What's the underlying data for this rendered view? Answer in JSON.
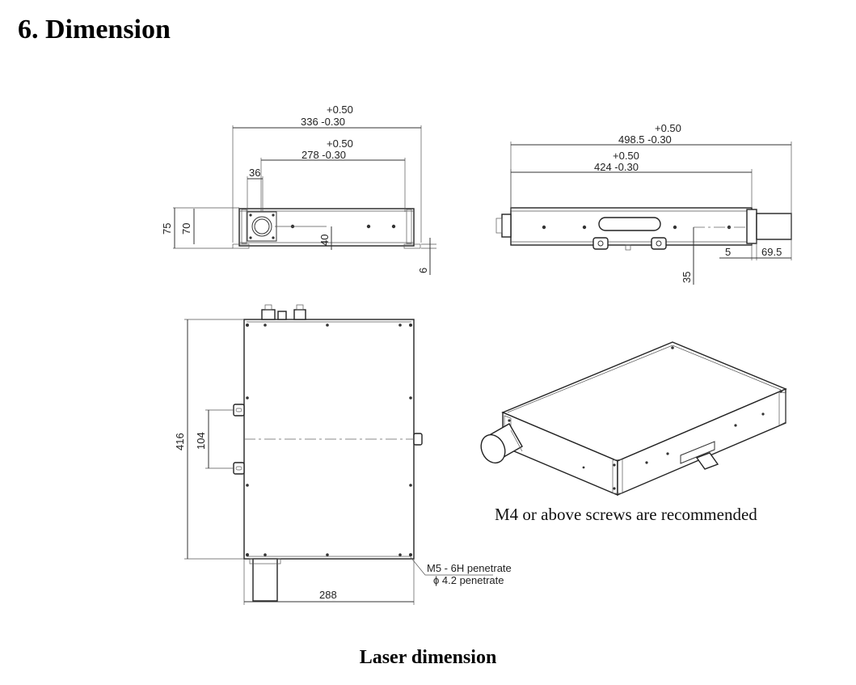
{
  "document": {
    "section_heading": "6.  Dimension",
    "caption": "Laser dimension",
    "recommendation_note": "M4 or above screws are recommended"
  },
  "front_view": {
    "overall_width": {
      "tol_upper": "+0.50",
      "value_lower": "336 -0.30"
    },
    "inner_width": {
      "tol_upper": "+0.50",
      "value_lower": "278 -0.30"
    },
    "connector_width": "36",
    "height_outer": "75",
    "height_inner": "70",
    "connector_center_height": "40",
    "foot_height": "6"
  },
  "side_view": {
    "overall_length": {
      "tol_upper": "+0.50",
      "value_lower": "498.5 -0.30"
    },
    "body_length": {
      "tol_upper": "+0.50",
      "value_lower": "424 -0.30"
    },
    "output_gap": "5",
    "output_length": "69.5",
    "output_center_height": "35"
  },
  "top_view": {
    "overall_depth": "416",
    "mount_spacing": "104",
    "width": "288",
    "thread_spec": "M5 - 6H penetrate",
    "hole_spec": "ϕ 4.2  penetrate"
  }
}
